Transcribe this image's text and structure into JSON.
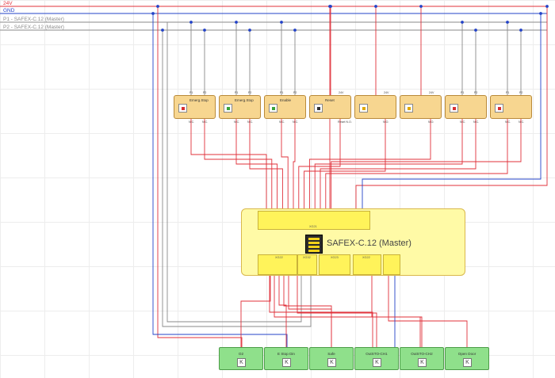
{
  "rails": [
    {
      "label": "24V",
      "color": "#e0303a"
    },
    {
      "label": "GND",
      "color": "#2343c8"
    },
    {
      "label": "P1 - SAFEX-C.12 (Master)",
      "color": "#8a8a8a"
    },
    {
      "label": "P2 - SAFEX-C.12 (Master)",
      "color": "#8a8a8a"
    }
  ],
  "devices": [
    {
      "name": "Emerg.Stop",
      "icon_color": "#d73030",
      "pins": [
        "P1",
        "P2"
      ],
      "contacts": [
        "N.C.",
        "N.C."
      ]
    },
    {
      "name": "Emerg.Stop",
      "icon_color": "#3aa33a",
      "pins": [
        "P1",
        "P2"
      ],
      "contacts": [
        "N.C.",
        "N.C."
      ]
    },
    {
      "name": "Enable",
      "icon_color": "#3aa33a",
      "pins": [
        "P1",
        "P2"
      ],
      "contacts": [
        "N.C.",
        "N.C."
      ]
    },
    {
      "name": "Reset",
      "icon_color": "#333333",
      "pins": [
        "",
        "24V"
      ],
      "contacts": [
        "",
        "Reset N.O."
      ]
    },
    {
      "name": "",
      "icon_color": "#e0a800",
      "pins": [
        "",
        "24V"
      ],
      "contacts": [
        "",
        "N.O."
      ]
    },
    {
      "name": "",
      "icon_color": "#e0a800",
      "pins": [
        "",
        "24V"
      ],
      "contacts": [
        "",
        "N.O."
      ]
    },
    {
      "name": "",
      "icon_color": "#d73030",
      "pins": [
        "P1",
        "P2"
      ],
      "contacts": [
        "N.C.",
        "N.C."
      ]
    },
    {
      "name": "",
      "icon_color": "#d73030",
      "pins": [
        "P1",
        "P2"
      ],
      "contacts": [
        "N.C.",
        "N.C."
      ]
    }
  ],
  "controller": {
    "name": "SAFEX-C.12 (Master)",
    "input_bank": "XG21",
    "output_banks": [
      "XG22",
      "XG32",
      "XG23",
      "XG22"
    ]
  },
  "outputs": [
    {
      "name": "O2"
    },
    {
      "name": "E Stop Din"
    },
    {
      "name": "Safe"
    },
    {
      "name": "OutSTO-CH1"
    },
    {
      "name": "OutSTO-CH2"
    },
    {
      "name": "Open Door"
    }
  ]
}
